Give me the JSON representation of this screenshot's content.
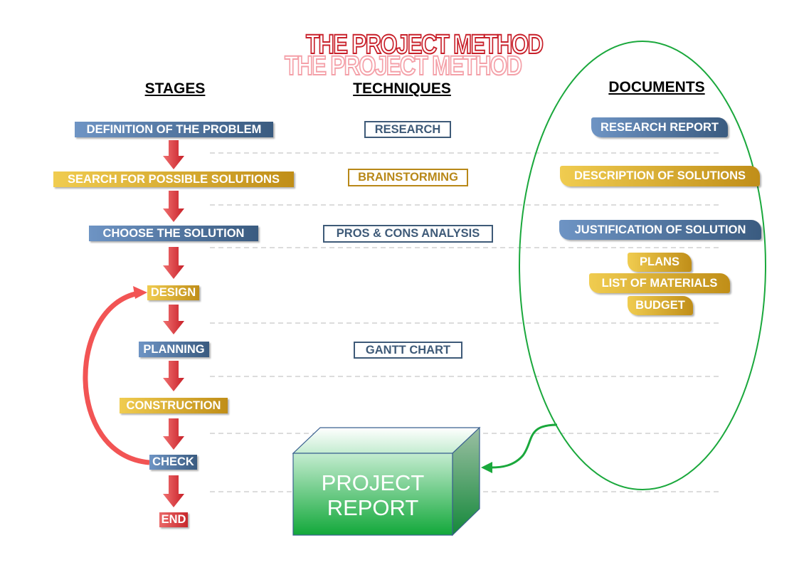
{
  "title": "THE PROJECT METHOD",
  "headers": {
    "stages": "STAGES",
    "techniques": "TECHNIQUES",
    "documents": "DOCUMENTS"
  },
  "stages": [
    "DEFINITION OF THE PROBLEM",
    "SEARCH FOR POSSIBLE SOLUTIONS",
    "CHOOSE THE SOLUTION",
    "DESIGN",
    "PLANNING",
    "CONSTRUCTION",
    "CHECK",
    "END"
  ],
  "techniques": [
    "RESEARCH",
    "BRAINSTORMING",
    "PROS & CONS ANALYSIS",
    "GANTT CHART"
  ],
  "documents": [
    "RESEARCH REPORT",
    "DESCRIPTION OF SOLUTIONS",
    "JUSTIFICATION OF SOLUTION",
    "PLANS",
    "LIST OF MATERIALS",
    "BUDGET"
  ],
  "report": {
    "line1": "PROJECT",
    "line2": "REPORT"
  },
  "colors": {
    "blue": "#4a6d96",
    "gold": "#d9a82c",
    "red": "#d83a3e",
    "green": "#1aa83c"
  }
}
